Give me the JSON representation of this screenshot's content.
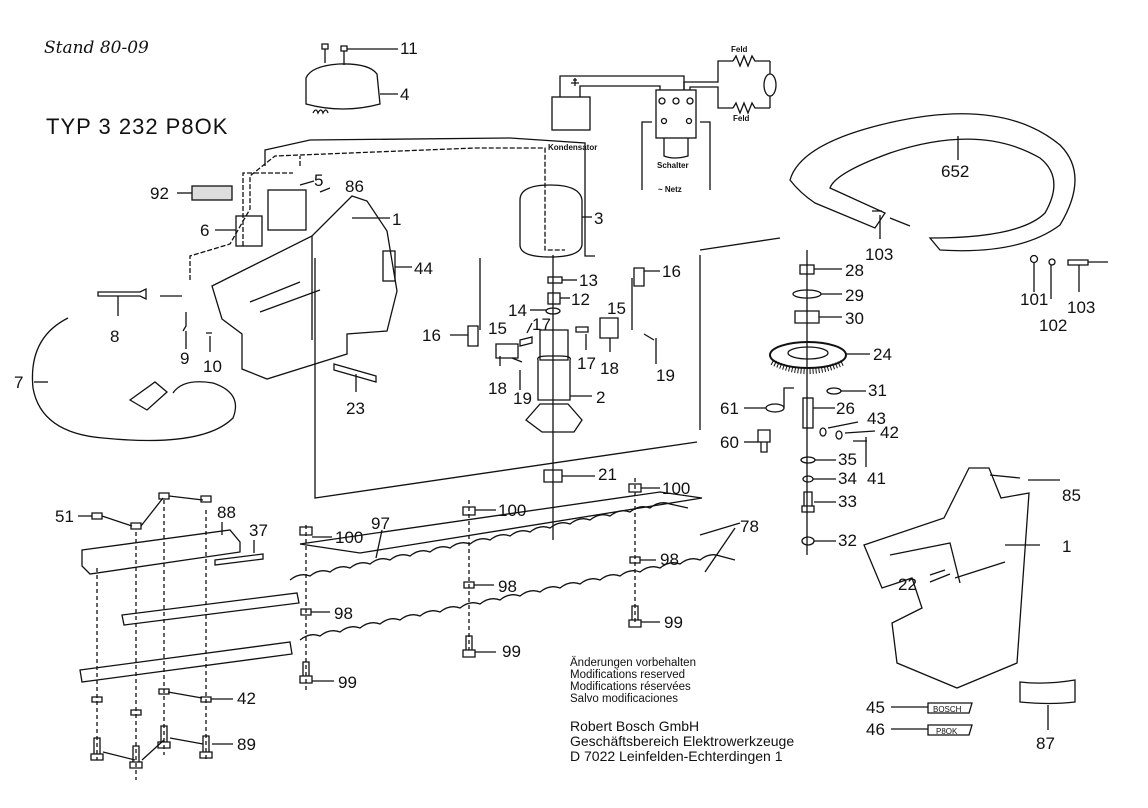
{
  "header": {
    "stand": "Stand 80-09",
    "model": "TYP 3 232 P8OK"
  },
  "wiring": {
    "field_top": "Feld",
    "field_bottom": "Feld",
    "capacitor": "Kondensator",
    "switch": "Schalter",
    "mains": "~ Netz"
  },
  "nameplates": {
    "brand_plate": "BOSCH",
    "model_plate": "P8OK"
  },
  "notes": {
    "lines": [
      "Änderungen vorbehalten",
      "Modifications reserved",
      "Modifications réservées",
      "Salvo modificaciones"
    ]
  },
  "address": {
    "lines": [
      "Robert Bosch GmbH",
      "Geschäftsbereich Elektrowerkzeuge",
      "D 7022 Leinfelden-Echterdingen 1"
    ]
  },
  "callouts": [
    {
      "id": "c11",
      "label": "11"
    },
    {
      "id": "c4",
      "label": "4"
    },
    {
      "id": "c92",
      "label": "92"
    },
    {
      "id": "c5",
      "label": "5"
    },
    {
      "id": "c86",
      "label": "86"
    },
    {
      "id": "c6",
      "label": "6"
    },
    {
      "id": "c1a",
      "label": "1"
    },
    {
      "id": "c3",
      "label": "3"
    },
    {
      "id": "c44",
      "label": "44"
    },
    {
      "id": "c652",
      "label": "652"
    },
    {
      "id": "c103a",
      "label": "103"
    },
    {
      "id": "c16a",
      "label": "16"
    },
    {
      "id": "c28",
      "label": "28"
    },
    {
      "id": "c29",
      "label": "29"
    },
    {
      "id": "c30",
      "label": "30"
    },
    {
      "id": "c8",
      "label": "8"
    },
    {
      "id": "c9",
      "label": "9"
    },
    {
      "id": "c10",
      "label": "10"
    },
    {
      "id": "c7",
      "label": "7"
    },
    {
      "id": "c23",
      "label": "23"
    },
    {
      "id": "c13",
      "label": "13"
    },
    {
      "id": "c12",
      "label": "12"
    },
    {
      "id": "c14",
      "label": "14"
    },
    {
      "id": "c15a",
      "label": "15"
    },
    {
      "id": "c15b",
      "label": "15"
    },
    {
      "id": "c17a",
      "label": "17"
    },
    {
      "id": "c16b",
      "label": "16"
    },
    {
      "id": "c17b",
      "label": "17"
    },
    {
      "id": "c18a",
      "label": "18"
    },
    {
      "id": "c18b",
      "label": "18"
    },
    {
      "id": "c19a",
      "label": "19"
    },
    {
      "id": "c19b",
      "label": "19"
    },
    {
      "id": "c2",
      "label": "2"
    },
    {
      "id": "c21",
      "label": "21"
    },
    {
      "id": "c24",
      "label": "24"
    },
    {
      "id": "c31",
      "label": "31"
    },
    {
      "id": "c61",
      "label": "61"
    },
    {
      "id": "c26",
      "label": "26"
    },
    {
      "id": "c43",
      "label": "43"
    },
    {
      "id": "c42a",
      "label": "42"
    },
    {
      "id": "c60",
      "label": "60"
    },
    {
      "id": "c41",
      "label": "41"
    },
    {
      "id": "c35",
      "label": "35"
    },
    {
      "id": "c34",
      "label": "34"
    },
    {
      "id": "c33",
      "label": "33"
    },
    {
      "id": "c32",
      "label": "32"
    },
    {
      "id": "c101",
      "label": "101"
    },
    {
      "id": "c102",
      "label": "102"
    },
    {
      "id": "c103b",
      "label": "103"
    },
    {
      "id": "c85",
      "label": "85"
    },
    {
      "id": "c1b",
      "label": "1"
    },
    {
      "id": "c22",
      "label": "22"
    },
    {
      "id": "c100a",
      "label": "100"
    },
    {
      "id": "c100b",
      "label": "100"
    },
    {
      "id": "c100c",
      "label": "100"
    },
    {
      "id": "c97",
      "label": "97"
    },
    {
      "id": "c78",
      "label": "78"
    },
    {
      "id": "c98a",
      "label": "98"
    },
    {
      "id": "c98b",
      "label": "98"
    },
    {
      "id": "c98c",
      "label": "98"
    },
    {
      "id": "c99a",
      "label": "99"
    },
    {
      "id": "c99b",
      "label": "99"
    },
    {
      "id": "c99c",
      "label": "99"
    },
    {
      "id": "c51",
      "label": "51"
    },
    {
      "id": "c88",
      "label": "88"
    },
    {
      "id": "c37",
      "label": "37"
    },
    {
      "id": "c42b",
      "label": "42"
    },
    {
      "id": "c89",
      "label": "89"
    },
    {
      "id": "c45",
      "label": "45"
    },
    {
      "id": "c46",
      "label": "46"
    },
    {
      "id": "c87",
      "label": "87"
    }
  ]
}
